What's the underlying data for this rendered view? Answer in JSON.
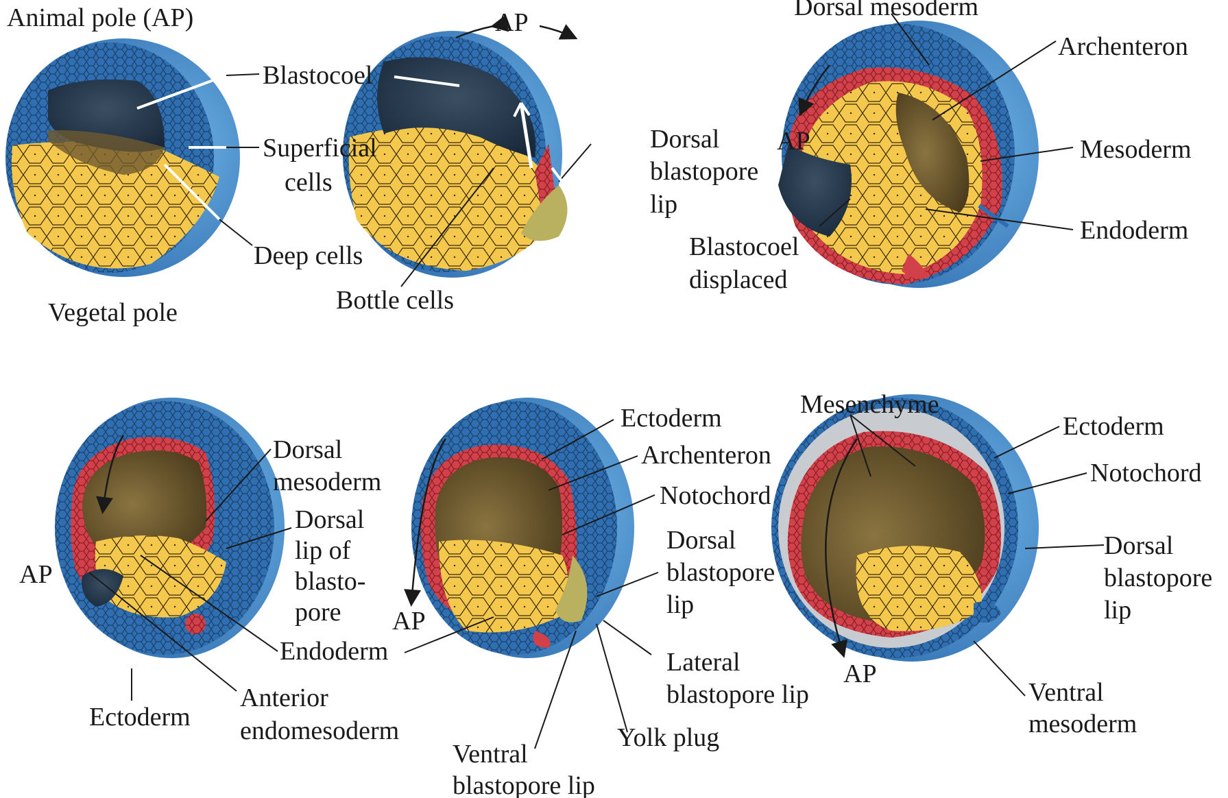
{
  "colors": {
    "ectoderm_blue": "#3a7ec4",
    "ectoderm_dark": "#1f4f86",
    "outer_light_blue": "#5aa2dc",
    "yolk_yellow": "#f3c84d",
    "cavity_dark": "#263a4e",
    "archenteron_brown": "#6f5a2f",
    "mesoderm_red": "#d2404a",
    "mesenchyme_gray": "#c8ccd0"
  },
  "panel1": {
    "animal_pole": "Animal pole (AP)",
    "blastocoel": "Blastocoel",
    "superficial_1": "Superficial",
    "superficial_2": "cells",
    "deep_cells": "Deep cells",
    "vegetal_pole": "Vegetal pole"
  },
  "panel2": {
    "ap": "AP",
    "dorsal_1": "Dorsal",
    "dorsal_2": "blastopore",
    "dorsal_3": "lip",
    "bottle_cells": "Bottle cells"
  },
  "panel3": {
    "dorsal_mesoderm": "Dorsal mesoderm",
    "archenteron": "Archenteron",
    "ap": "AP",
    "mesoderm": "Mesoderm",
    "endoderm": "Endoderm",
    "displaced_1": "Blastocoel",
    "displaced_2": "displaced"
  },
  "panel4": {
    "dorsal_mes_1": "Dorsal",
    "dorsal_mes_2": "mesoderm",
    "lip_1": "Dorsal",
    "lip_2": "lip of",
    "lip_3": "blasto-",
    "lip_4": "pore",
    "ap": "AP",
    "endoderm": "Endoderm",
    "ectoderm": "Ectoderm",
    "anterior_1": "Anterior",
    "anterior_2": "endomesoderm"
  },
  "panel5": {
    "ectoderm": "Ectoderm",
    "archenteron": "Archenteron",
    "notochord": "Notochord",
    "dorsal_1": "Dorsal",
    "dorsal_2": "blastopore",
    "dorsal_3": "lip",
    "ap": "AP",
    "lateral_1": "Lateral",
    "lateral_2": "blastopore lip",
    "yolk_plug": "Yolk plug",
    "ventral_1": "Ventral",
    "ventral_2": "blastopore lip"
  },
  "panel6": {
    "mesenchyme": "Mesenchyme",
    "ectoderm": "Ectoderm",
    "notochord": "Notochord",
    "dorsal_1": "Dorsal",
    "dorsal_2": "blastopore",
    "dorsal_3": "lip",
    "ap": "AP",
    "ventral_1": "Ventral",
    "ventral_2": "mesoderm"
  }
}
